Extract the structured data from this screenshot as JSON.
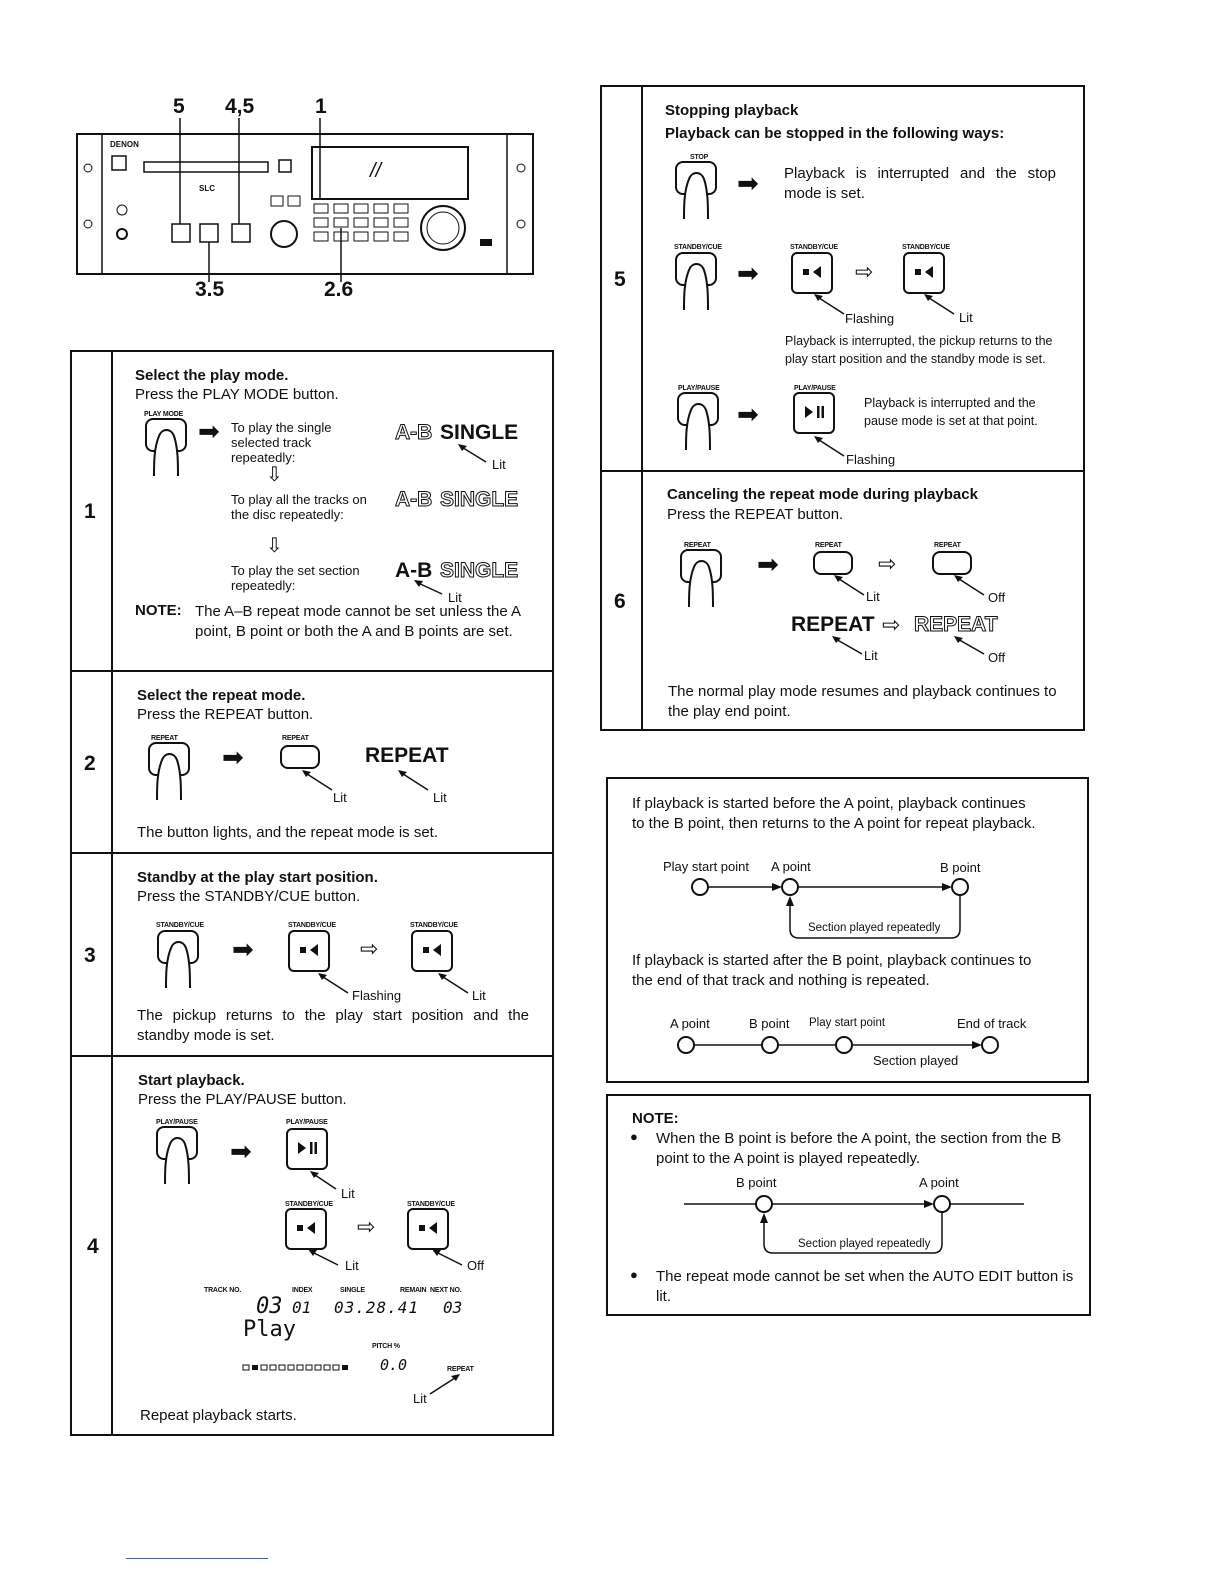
{
  "callouts": {
    "top": [
      "5",
      "4,5",
      "1"
    ],
    "bottom": [
      "3.5",
      "2.6"
    ]
  },
  "device": {
    "brand": "DENON",
    "slc": "SLC",
    "display_mark": "//"
  },
  "steps": {
    "s1": {
      "num": "1",
      "title": "Select the play mode.",
      "instr": "Press the PLAY MODE button.",
      "btn": "PLAY MODE",
      "line1": "To play the single selected track repeatedly:",
      "line2": "To play all the tracks on the disc repeatedly:",
      "line3": "To play the set section repeatedly:",
      "ab": "A-B",
      "single": "SINGLE",
      "lit": "Lit",
      "down": "⇩",
      "note_label": "NOTE:",
      "note": "The A–B repeat mode cannot be set unless the A point, B point or both the A and B points are set."
    },
    "s2": {
      "num": "2",
      "title": "Select the repeat mode.",
      "instr": "Press the REPEAT button.",
      "btn": "REPEAT",
      "display": "REPEAT",
      "lit": "Lit",
      "desc": "The button lights, and the repeat mode is set."
    },
    "s3": {
      "num": "3",
      "title": "Standby at the play start position.",
      "instr": "Press the STANDBY/CUE button.",
      "btn": "STANDBY/CUE",
      "flashing": "Flashing",
      "lit": "Lit",
      "desc": "The pickup returns to the play start position and the standby mode is set."
    },
    "s4": {
      "num": "4",
      "title": "Start playback.",
      "instr": "Press the PLAY/PAUSE button.",
      "btn_play": "PLAY/PAUSE",
      "btn_standby": "STANDBY/CUE",
      "lit": "Lit",
      "off": "Off",
      "lcd_labels": [
        "TRACK NO.",
        "INDEX",
        "SINGLE",
        "REMAIN",
        "NEXT NO."
      ],
      "lcd_values": [
        "03",
        "01",
        "03.28.41",
        "03"
      ],
      "lcd_play": "Play",
      "pitch_label": "PITCH %",
      "pitch": "0.0",
      "repeat_small": "REPEAT",
      "desc": "Repeat playback starts."
    },
    "s5": {
      "num": "5",
      "title": "Stopping playback",
      "subtitle": "Playback can be stopped in the following ways:",
      "btn_stop": "STOP",
      "stop_desc": "Playback is interrupted and the stop mode is set.",
      "btn_standby": "STANDBY/CUE",
      "flashing": "Flashing",
      "lit": "Lit",
      "standby_desc": "Playback is interrupted, the pickup returns to the play start position and the standby mode is set.",
      "btn_play": "PLAY/PAUSE",
      "pause_desc": "Playback is interrupted and the pause mode is set at that point."
    },
    "s6": {
      "num": "6",
      "title": "Canceling the repeat mode during playback",
      "instr": "Press the REPEAT button.",
      "btn": "REPEAT",
      "lit": "Lit",
      "off": "Off",
      "display": "REPEAT",
      "desc": "The normal play mode resumes and playback continues to the play end point."
    }
  },
  "info": {
    "p1": "If playback is started before the A point, playback continues to the B point, then returns to the A point for repeat playback.",
    "d1_labels": [
      "Play start point",
      "A point",
      "B point"
    ],
    "d1_section": "Section played repeatedly",
    "p2": "If playback is started after the B point, playback continues to the end of that track and nothing is repeated.",
    "d2_labels": [
      "A point",
      "B point",
      "Play start point",
      "End of track"
    ],
    "d2_section": "Section played"
  },
  "note": {
    "label": "NOTE:",
    "b1": "When the B point is before the A point, the section from the B point to the A point is played repeatedly.",
    "d_labels": [
      "B point",
      "A point"
    ],
    "d_section": "Section played repeatedly",
    "b2": "The repeat mode cannot be set when the AUTO EDIT button is lit."
  }
}
